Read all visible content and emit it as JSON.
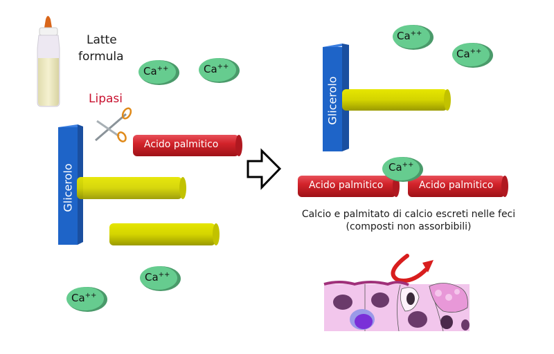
{
  "left_panel": {
    "bottle_label_line1": "Latte",
    "bottle_label_line2": "formula",
    "enzyme_label": "Lipasi",
    "glycerol_label": "Glicerolo",
    "fatty_acid_label": "Acido palmitico",
    "calcium_ion": {
      "base": "Ca",
      "charge": "++"
    }
  },
  "right_panel": {
    "glycerol_label": "Glicerolo",
    "fatty_acid_left_label": "Acido palmitico",
    "fatty_acid_right_label": "Acido palmitico",
    "calcium_ion": {
      "base": "Ca",
      "charge": "++"
    },
    "caption_line1": "Calcio e palmitato di calcio escreti nelle feci",
    "caption_line2": "(composti non assorbibili)"
  },
  "colors": {
    "glycerol_blue": "#1e64c8",
    "fatty_acid_red": "#d2232a",
    "chain_yellow": "#d4d400",
    "calcium_green": "#66cc8f",
    "enzyme_red": "#c8102e",
    "cell_pink": "#f2c6ec"
  }
}
